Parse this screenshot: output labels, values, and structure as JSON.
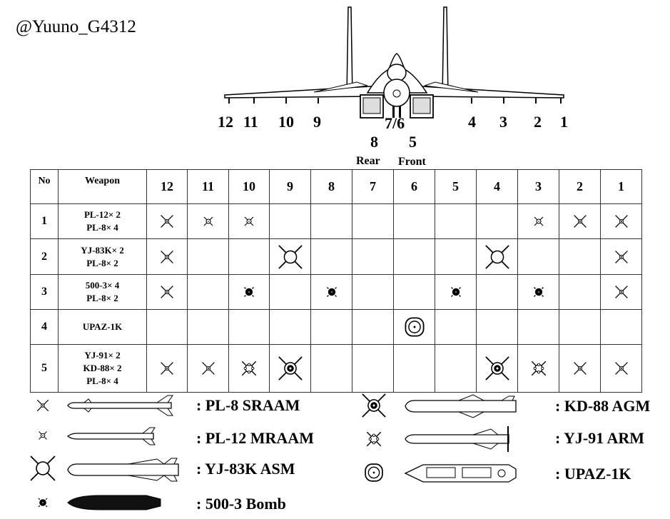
{
  "watermark": "@Yuuno_G4312",
  "stations": {
    "row_top": [
      "12",
      "11",
      "10",
      "9",
      "7/6",
      "4",
      "3",
      "2",
      "1"
    ],
    "row_mid": [
      "8",
      "5"
    ],
    "rear_label": "Rear",
    "front_label": "Front"
  },
  "table": {
    "col_no": "No",
    "col_weapon": "Weapon",
    "station_headers": [
      "12",
      "11",
      "10",
      "9",
      "8",
      "7",
      "6",
      "5",
      "4",
      "3",
      "2",
      "1"
    ],
    "rows": [
      {
        "no": "1",
        "weapons": [
          "PL-12× 2",
          "PL-8× 4"
        ],
        "cells": [
          "pl8",
          "pl12",
          "pl12",
          "",
          "",
          "",
          "",
          "",
          "",
          "pl12",
          "pl8",
          "pl8"
        ]
      },
      {
        "no": "2",
        "weapons": [
          "YJ-83K× 2",
          "PL-8× 2"
        ],
        "cells": [
          "pl8",
          "",
          "",
          "yj83k",
          "",
          "",
          "",
          "",
          "yj83k",
          "",
          "",
          "pl8"
        ]
      },
      {
        "no": "3",
        "weapons": [
          "500-3× 4",
          "PL-8× 2"
        ],
        "cells": [
          "pl8",
          "",
          "bomb",
          "",
          "bomb",
          "",
          "",
          "bomb",
          "",
          "bomb",
          "",
          "pl8"
        ]
      },
      {
        "no": "4",
        "weapons": [
          "UPAZ-1K"
        ],
        "cells": [
          "",
          "",
          "",
          "",
          "",
          "",
          "upaz",
          "",
          "",
          "",
          "",
          ""
        ]
      },
      {
        "no": "5",
        "weapons": [
          "YJ-91× 2",
          "KD-88× 2",
          "PL-8× 4"
        ],
        "cells": [
          "pl8",
          "pl8",
          "yj91",
          "kd88",
          "",
          "",
          "",
          "",
          "kd88",
          "yj91",
          "pl8",
          "pl8"
        ]
      }
    ]
  },
  "legend": [
    {
      "key": "pl8",
      "label": ": PL-8 SRAAM"
    },
    {
      "key": "pl12",
      "label": ": PL-12 MRAAM"
    },
    {
      "key": "yj83k",
      "label": ": YJ-83K ASM"
    },
    {
      "key": "bomb",
      "label": ": 500-3 Bomb"
    },
    {
      "key": "kd88",
      "label": ": KD-88 AGM"
    },
    {
      "key": "yj91",
      "label": ": YJ-91 ARM"
    },
    {
      "key": "upaz",
      "label": ": UPAZ-1K"
    }
  ]
}
